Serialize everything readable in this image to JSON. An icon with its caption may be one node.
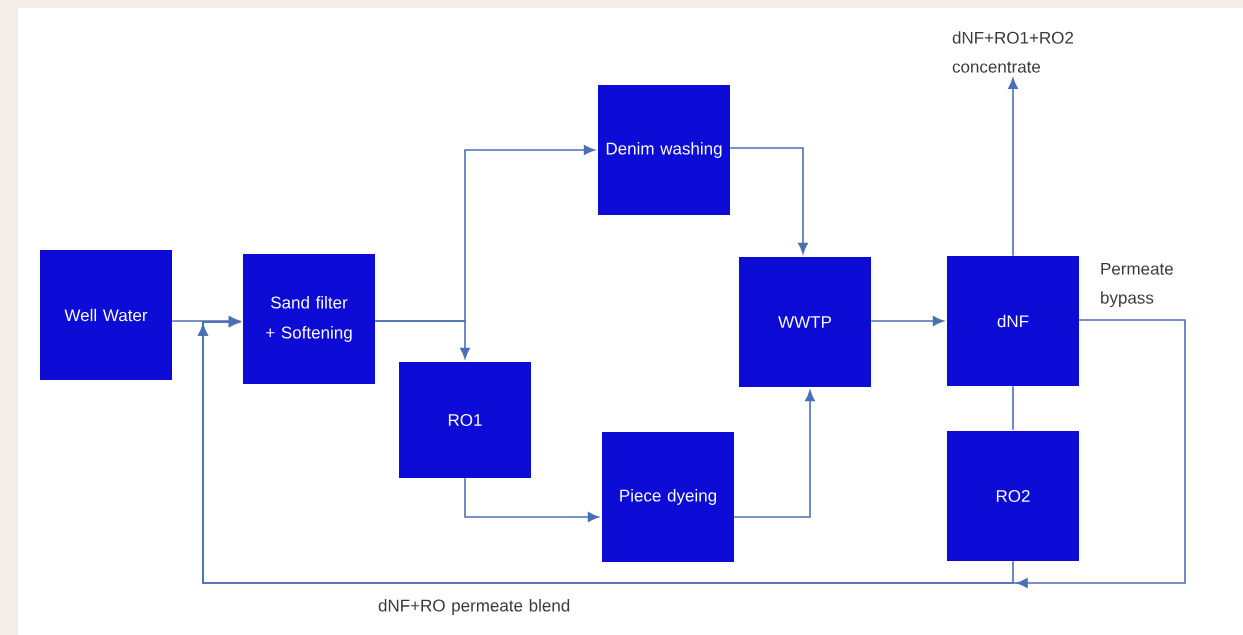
{
  "diagram": {
    "nodes": [
      {
        "text": [
          "Well Water"
        ]
      },
      {
        "text": [
          "Sand filter + Softening"
        ]
      },
      {
        "text": [
          "Denim washing"
        ]
      },
      {
        "text": [
          "RO1"
        ]
      },
      {
        "text": [
          "Piece dyeing"
        ]
      },
      {
        "text": [
          "WWTP"
        ]
      },
      {
        "text": [
          "dNF"
        ]
      },
      {
        "text": [
          "RO2"
        ]
      },
      {
        "text": [
          "dNF+RO1+RO2 concentrate"
        ]
      }
    ],
    "edges": [
      {
        "from": 0,
        "to": 1,
        "arrow": "to"
      },
      {
        "from": 1,
        "to": 2,
        "arrow": "to"
      },
      {
        "from": 1,
        "to": 3,
        "arrow": "to"
      },
      {
        "from": 3,
        "to": 4,
        "arrow": "to"
      },
      {
        "from": 2,
        "to": 5,
        "arrow": "to"
      },
      {
        "from": 4,
        "to": 5,
        "arrow": "to"
      },
      {
        "from": 5,
        "to": 6,
        "arrow": "to"
      },
      {
        "from": 6,
        "to": 8,
        "arrow": "to"
      },
      {
        "from": 6,
        "to": 7,
        "arrow": "none"
      },
      {
        "from": 6,
        "to": 1,
        "arrow": "to",
        "label": "Permeate bypass"
      },
      {
        "from": 7,
        "to": 1,
        "arrow": "to",
        "label": "dNF+RO permeate blend"
      }
    ]
  }
}
